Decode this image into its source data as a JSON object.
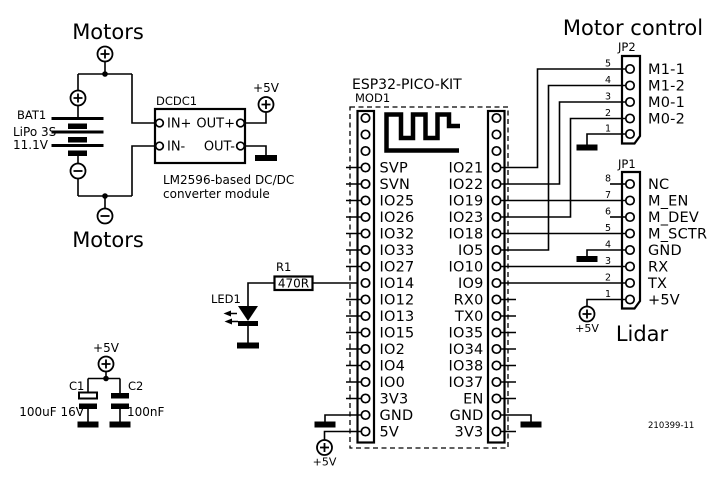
{
  "titles": {
    "motors_top": "Motors",
    "motors_bottom": "Motors",
    "motor_control": "Motor control",
    "lidar": "Lidar",
    "sheet_code": "210399-11"
  },
  "battery": {
    "refdes": "BAT1",
    "type": "LiPo 3S",
    "voltage": "11.1V"
  },
  "dcdc": {
    "refdes": "DCDC1",
    "pins": {
      "in_plus": "IN+",
      "in_minus": "IN-",
      "out_plus": "OUT+",
      "out_minus": "OUT-"
    },
    "output_rail": "+5V",
    "description_line1": "LM2596-based DC/DC",
    "description_line2": "converter module"
  },
  "caps": {
    "rail": "+5V",
    "c1_refdes": "C1",
    "c1_value": "100uF 16V",
    "c2_refdes": "C2",
    "c2_value": "100nF"
  },
  "resistor": {
    "refdes": "R1",
    "value": "470R"
  },
  "led": {
    "refdes": "LED1"
  },
  "esp32": {
    "title": "ESP32-PICO-KIT",
    "refdes": "MOD1",
    "rail_5v": "+5V",
    "left_pins": [
      "SVP",
      "SVN",
      "IO25",
      "IO26",
      "IO32",
      "IO33",
      "IO27",
      "IO14",
      "IO12",
      "IO13",
      "IO15",
      "IO2",
      "IO4",
      "IO0",
      "3V3",
      "GND",
      "5V"
    ],
    "right_pins": [
      "IO21",
      "IO22",
      "IO19",
      "IO23",
      "IO18",
      "IO5",
      "IO10",
      "IO9",
      "RX0",
      "TX0",
      "IO35",
      "IO34",
      "IO38",
      "IO37",
      "EN",
      "GND",
      "3V3"
    ]
  },
  "jp2": {
    "refdes": "JP2",
    "pin_numbers": [
      "5",
      "4",
      "3",
      "2",
      "1"
    ],
    "labels": [
      "M1-1",
      "M1-2",
      "M0-1",
      "M0-2"
    ]
  },
  "jp1": {
    "refdes": "JP1",
    "pin_numbers": [
      "8",
      "7",
      "6",
      "5",
      "4",
      "3",
      "2",
      "1"
    ],
    "labels": [
      "NC",
      "M_EN",
      "M_DEV",
      "M_SCTR",
      "GND",
      "RX",
      "TX",
      "+5V"
    ],
    "rail": "+5V"
  }
}
